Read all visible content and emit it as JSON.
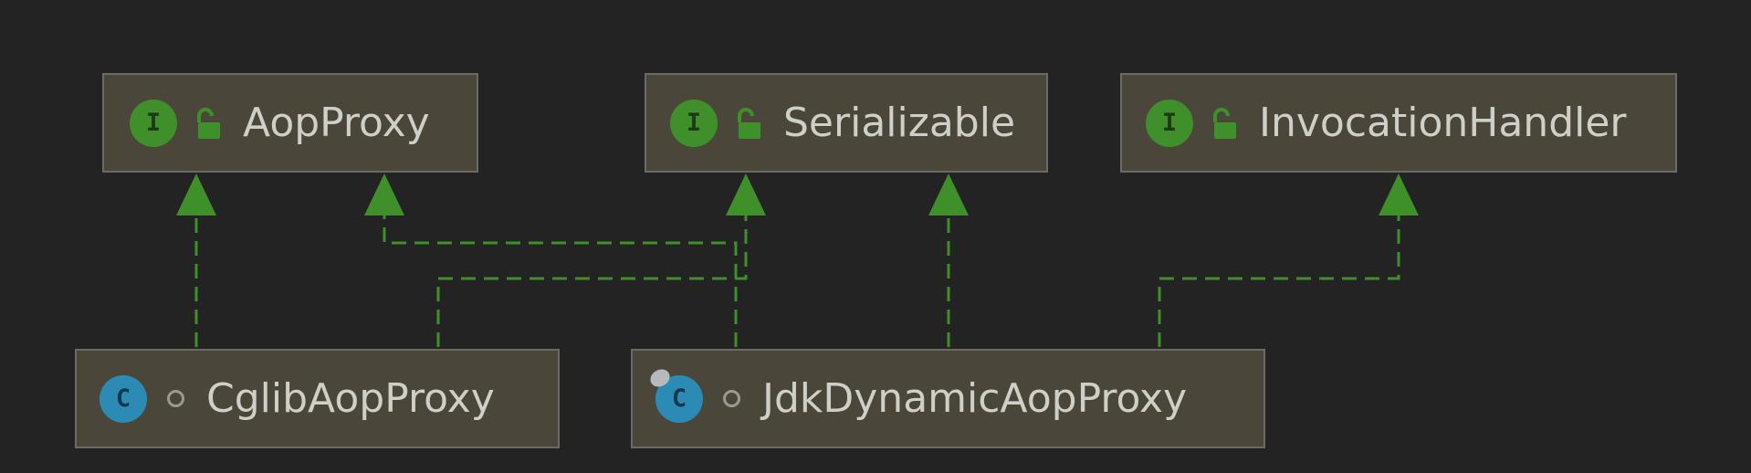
{
  "diagram": {
    "interfaces": [
      {
        "id": "aopproxy",
        "name": "AopProxy",
        "kind_glyph": "I"
      },
      {
        "id": "serializable",
        "name": "Serializable",
        "kind_glyph": "I"
      },
      {
        "id": "invocationhandler",
        "name": "InvocationHandler",
        "kind_glyph": "I"
      }
    ],
    "classes": [
      {
        "id": "cglibaopproxy",
        "name": "CglibAopProxy",
        "kind_glyph": "C"
      },
      {
        "id": "jdkdynamicaopproxy",
        "name": "JdkDynamicAopProxy",
        "kind_glyph": "C"
      }
    ],
    "relations": [
      {
        "from": "CglibAopProxy",
        "to": "AopProxy",
        "type": "implements"
      },
      {
        "from": "CglibAopProxy",
        "to": "Serializable",
        "type": "implements"
      },
      {
        "from": "JdkDynamicAopProxy",
        "to": "AopProxy",
        "type": "implements"
      },
      {
        "from": "JdkDynamicAopProxy",
        "to": "Serializable",
        "type": "implements"
      },
      {
        "from": "JdkDynamicAopProxy",
        "to": "InvocationHandler",
        "type": "implements"
      }
    ],
    "colors": {
      "background": "#232323",
      "node_fill": "#4a463a",
      "node_border": "#6c6a62",
      "edge": "#3f8f2a",
      "interface_badge": "#3f8f2a",
      "class_badge": "#2c8bb5",
      "text": "#cfcfc9"
    }
  }
}
